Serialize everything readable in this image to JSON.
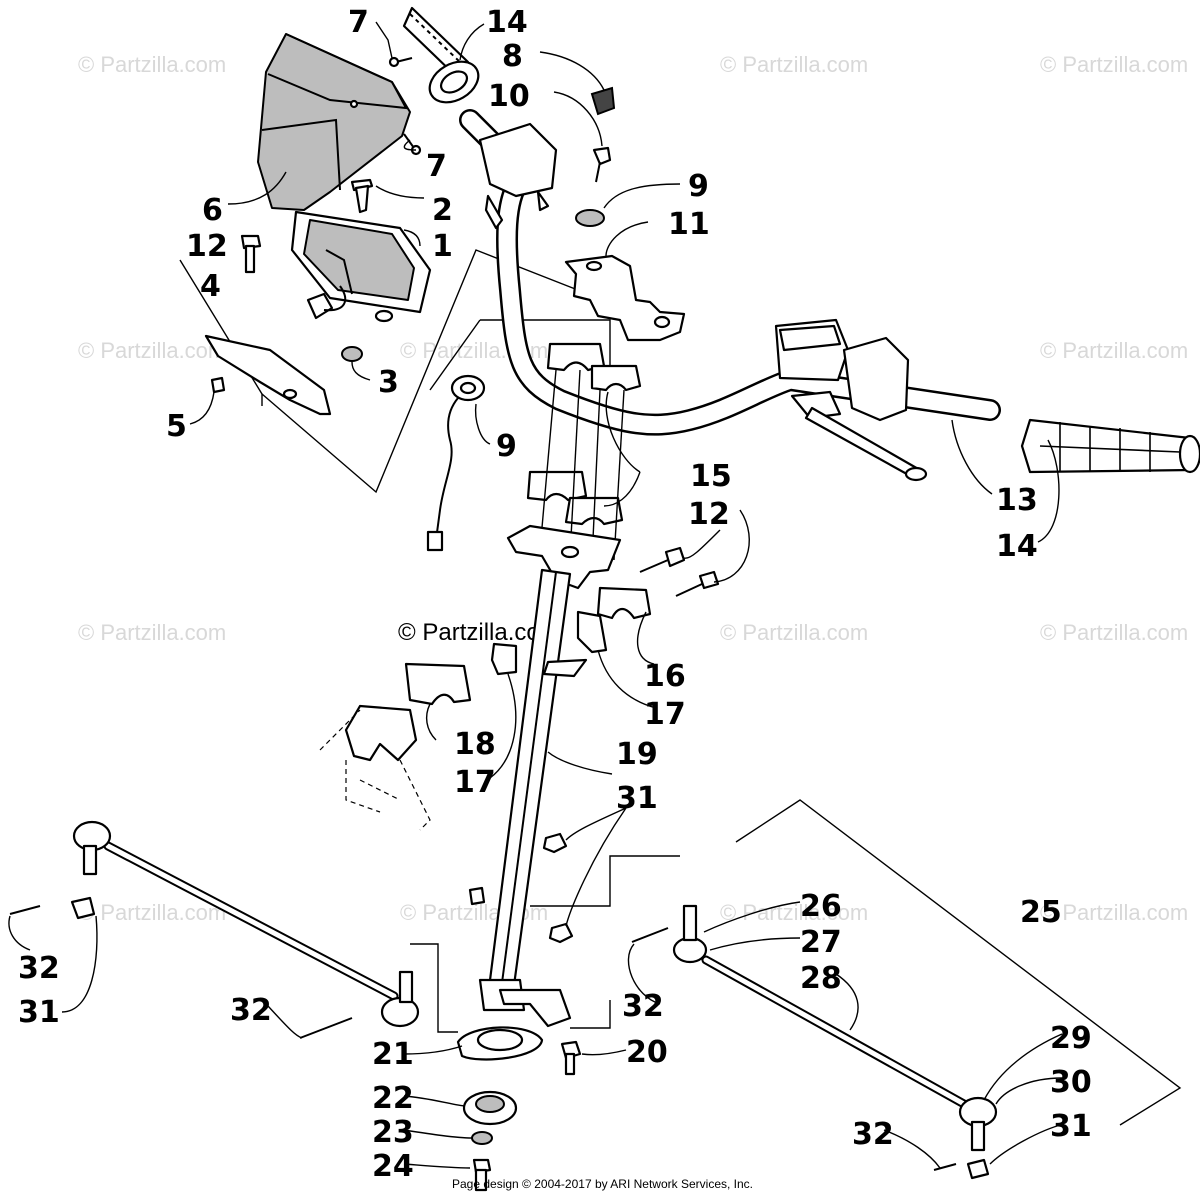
{
  "watermarks": {
    "site": "© Partzilla.com",
    "center": "© Partzilla.com"
  },
  "footer": {
    "copyright": "Page design © 2004-2017 by ARI Network Services, Inc."
  },
  "callouts": {
    "c7a": "7",
    "c14a": "14",
    "c8": "8",
    "c10": "10",
    "c7b": "7",
    "c6": "6",
    "c2": "2",
    "c12a": "12",
    "c1": "1",
    "c9a": "9",
    "c11": "11",
    "c4": "4",
    "c3": "3",
    "c5": "5",
    "c9b": "9",
    "c15": "15",
    "c12b": "12",
    "c13": "13",
    "c14b": "14",
    "c16": "16",
    "c17a": "17",
    "c18": "18",
    "c17b": "17",
    "c19": "19",
    "c31a": "31",
    "c32a": "32",
    "c31b": "31",
    "c32b": "32",
    "c26": "26",
    "c25": "25",
    "c27": "27",
    "c28": "28",
    "c32c": "32",
    "c21": "21",
    "c20": "20",
    "c22": "22",
    "c23": "23",
    "c24": "24",
    "c29": "29",
    "c30": "30",
    "c32d": "32",
    "c31c": "31"
  }
}
